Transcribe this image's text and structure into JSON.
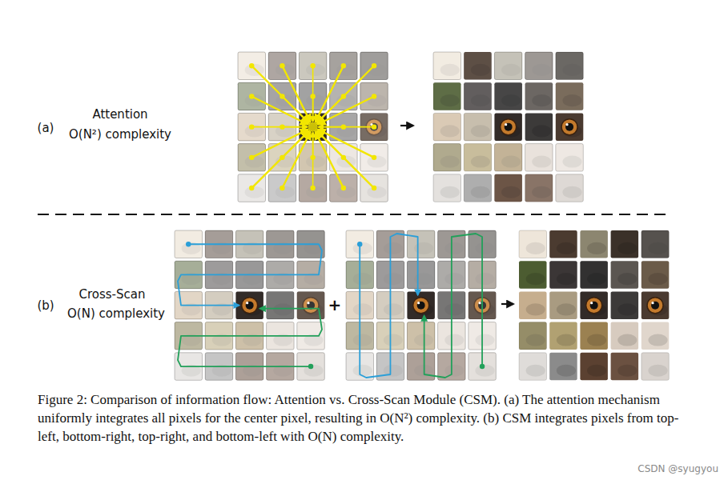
{
  "diagram": {
    "caption": "Figure 2: Comparison of information flow: Attention vs. Cross-Scan Module (CSM). (a) The attention mechanism uniformly integrates all pixels for the center pixel, resulting in O(N²) complexity. (b) CSM integrates pixels from top-left, bottom-right, top-right, and bottom-left with O(N) complexity.",
    "labels": [
      "(a)",
      "Attention",
      "O(N²) complexity",
      "(b)",
      "Cross-Scan",
      "O(N) complexity",
      "+",
      "CSDN @syugyou"
    ]
  }
}
